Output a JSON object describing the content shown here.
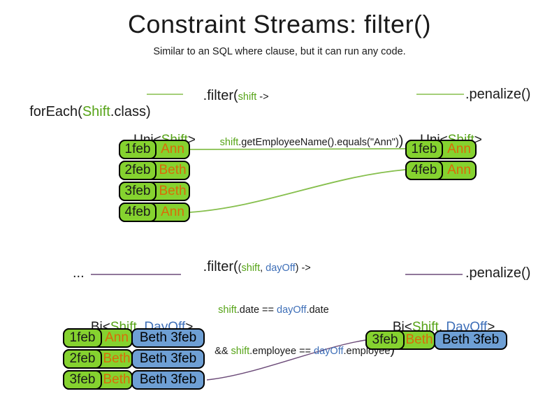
{
  "title": "Constraint Streams: filter()",
  "subtitle": "Similar to an SQL where clause, but it can run any code.",
  "colors": {
    "green_box": "#85d22f",
    "blue_box": "#6e9fd4",
    "code_green": "#56a317",
    "code_blue": "#3e6fb8",
    "name_orange": "#d96c09",
    "line_green": "#86bf4d",
    "line_purple": "#6b4a78"
  },
  "uni": {
    "source": {
      "p1": "forEach(",
      "cls": "Shift",
      "p2": ".class)"
    },
    "filter": {
      "head": ".filter(",
      "param": "shift",
      "arrow": " ->",
      "body_var": "shift",
      "body_rest": ".getEmployeeName().equals(\"Ann\")",
      "close": ")"
    },
    "penalize": ".penalize()",
    "left_heading": {
      "p1": "Uni<",
      "cls": "Shift",
      "p2": ">"
    },
    "right_heading": {
      "p1": "Uni<",
      "cls": "Shift",
      "p2": ">"
    },
    "left_rows": [
      {
        "date": "1feb",
        "name": "Ann"
      },
      {
        "date": "2feb",
        "name": "Beth"
      },
      {
        "date": "3feb",
        "name": "Beth"
      },
      {
        "date": "4feb",
        "name": "Ann"
      }
    ],
    "right_rows": [
      {
        "date": "1feb",
        "name": "Ann"
      },
      {
        "date": "4feb",
        "name": "Ann"
      }
    ]
  },
  "bi": {
    "ellipsis": "...",
    "filter": {
      "head": ".filter(",
      "open": "(",
      "param1": "shift",
      "comma": ", ",
      "param2": "dayOff",
      "close_arrow": ") ->",
      "l2_v1": "shift",
      "l2_m1": ".date == ",
      "l2_v2": "dayOff",
      "l2_m2": ".date",
      "l3_pre": "&& ",
      "l3_v1": "shift",
      "l3_m1": ".employee == ",
      "l3_v2": "dayOff",
      "l3_m2": ".employee",
      "close": ")"
    },
    "penalize": ".penalize()",
    "left_heading": {
      "p1": "Bi<",
      "cls": "Shift",
      "comma": ", ",
      "cls2": "DayOff",
      "p2": ">"
    },
    "right_heading": {
      "p1": "Bi<",
      "cls": "Shift",
      "comma": ", ",
      "cls2": "DayOff",
      "p2": ">"
    },
    "left_rows": [
      {
        "date": "1feb",
        "name": "Ann",
        "pair": "Beth 3feb"
      },
      {
        "date": "2feb",
        "name": "Beth",
        "pair": "Beth 3feb"
      },
      {
        "date": "3feb",
        "name": "Beth",
        "pair": "Beth 3feb"
      }
    ],
    "right_rows": [
      {
        "date": "3feb",
        "name": "Beth",
        "pair": "Beth 3feb"
      }
    ]
  }
}
